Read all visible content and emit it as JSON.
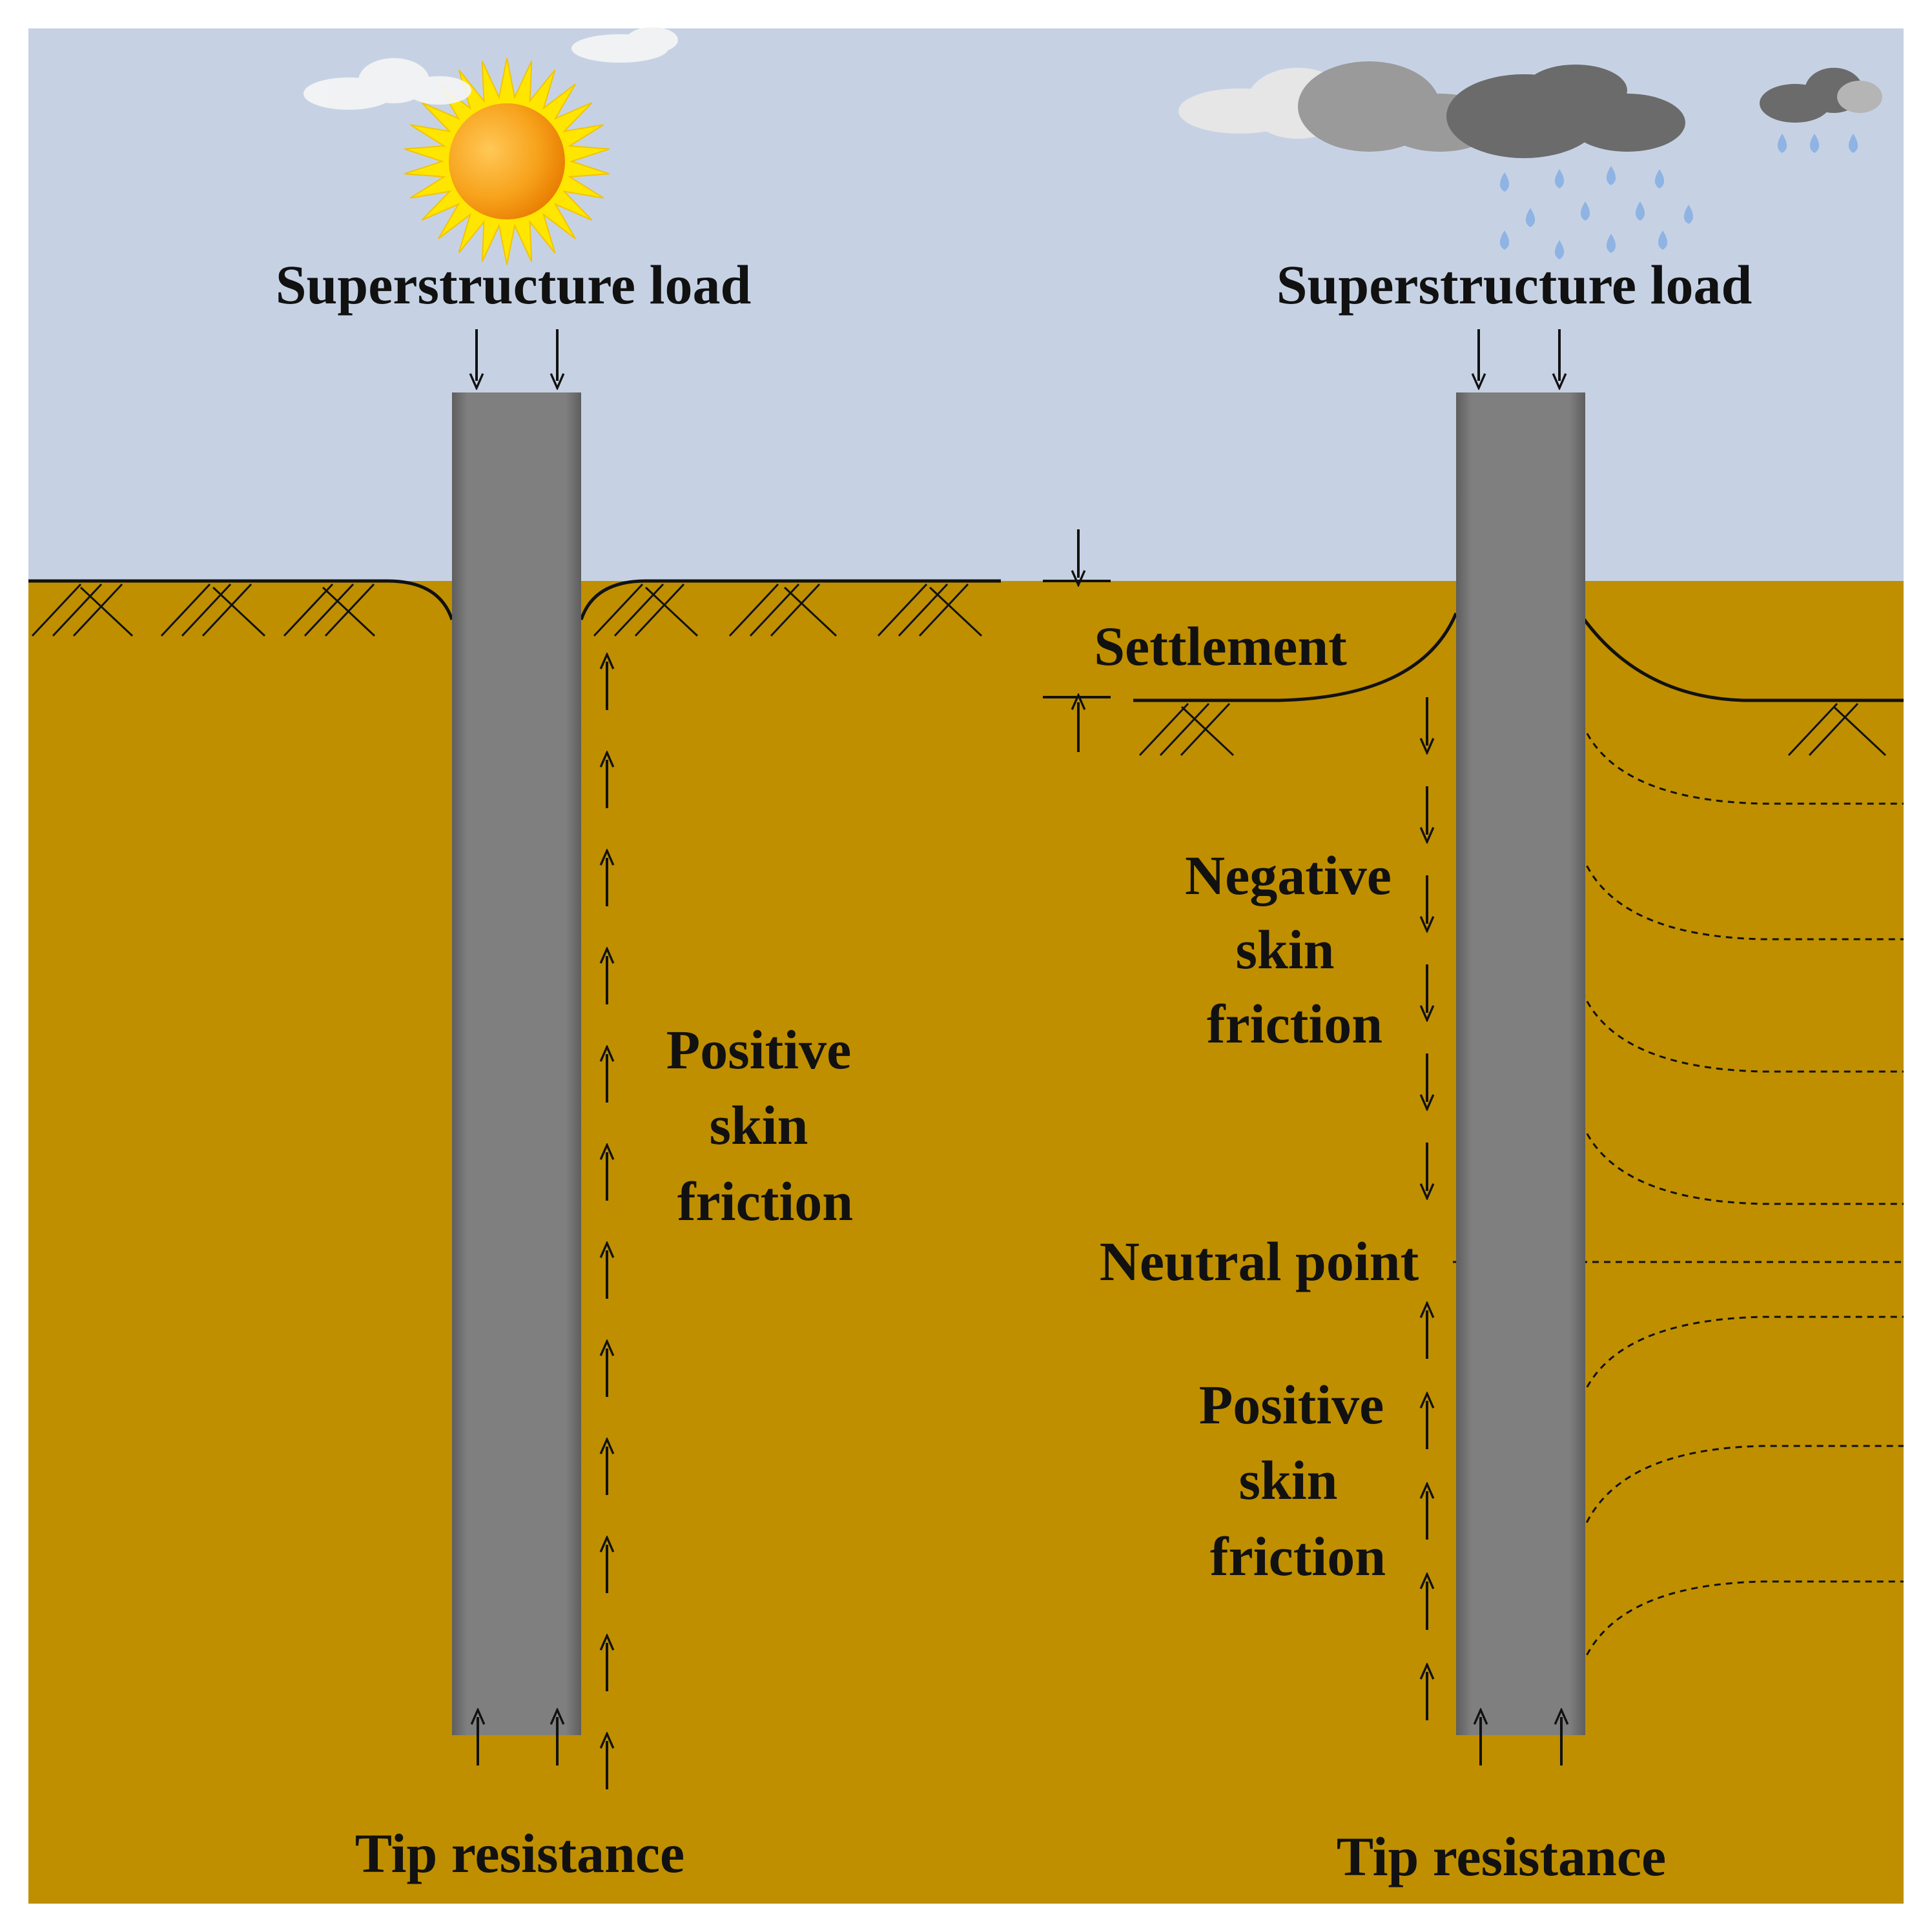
{
  "colors": {
    "sky": "#c6d2e4",
    "soil": "#bf8f00",
    "pile": "#7f7f7f",
    "sun": "#f7a21b",
    "sun_rays": "#ffe600",
    "cloud_light": "#e6e6e6",
    "cloud_grey": "#9a9a9a",
    "cloud_dark": "#6b6b6b",
    "rain": "#8fb4e3",
    "ink": "#111111"
  },
  "icons": {
    "left_weather": "sun-icon",
    "right_weather": "rain-cloud-icon"
  },
  "left_pile": {
    "load_label": "Superstructure load",
    "friction_label": [
      "Positive",
      "skin",
      "friction"
    ],
    "tip_label": "Tip resistance"
  },
  "right_pile": {
    "load_label": "Superstructure load",
    "settlement_label": "Settlement",
    "negative_label": [
      "Negative",
      "skin",
      "friction"
    ],
    "neutral_label": "Neutral point",
    "positive_label": [
      "Positive",
      "skin",
      "friction"
    ],
    "tip_label": "Tip resistance"
  }
}
